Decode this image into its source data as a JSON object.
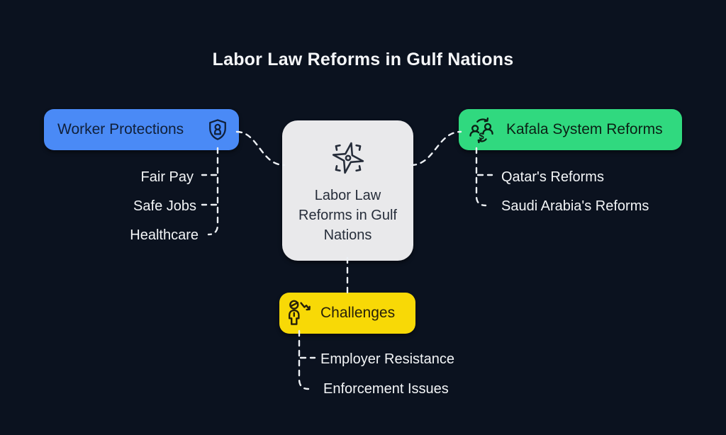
{
  "title": "Labor Law Reforms in Gulf Nations",
  "colors": {
    "background": "#0b121f",
    "connector": "#edf0f4",
    "leaf_text": "#f3f5f7",
    "worker_protections_fill": "#4a8af6",
    "kafala_fill": "#30d97f",
    "challenges_fill": "#f8d906",
    "central_fill": "#e9e9eb"
  },
  "central": {
    "label": "Labor Law Reforms in Gulf Nations",
    "icon": "compass-star-icon"
  },
  "branches": [
    {
      "label": "Worker Protections",
      "icon": "shield-person-icon",
      "children": [
        "Fair Pay",
        "Safe Jobs",
        "Healthcare"
      ]
    },
    {
      "label": "Kafala System Reforms",
      "icon": "people-money-exchange-icon",
      "children": [
        "Qatar's Reforms",
        "Saudi Arabia's Reforms"
      ]
    },
    {
      "label": "Challenges",
      "icon": "person-decline-arrow-icon",
      "children": [
        "Employer Resistance",
        "Enforcement Issues"
      ]
    }
  ]
}
